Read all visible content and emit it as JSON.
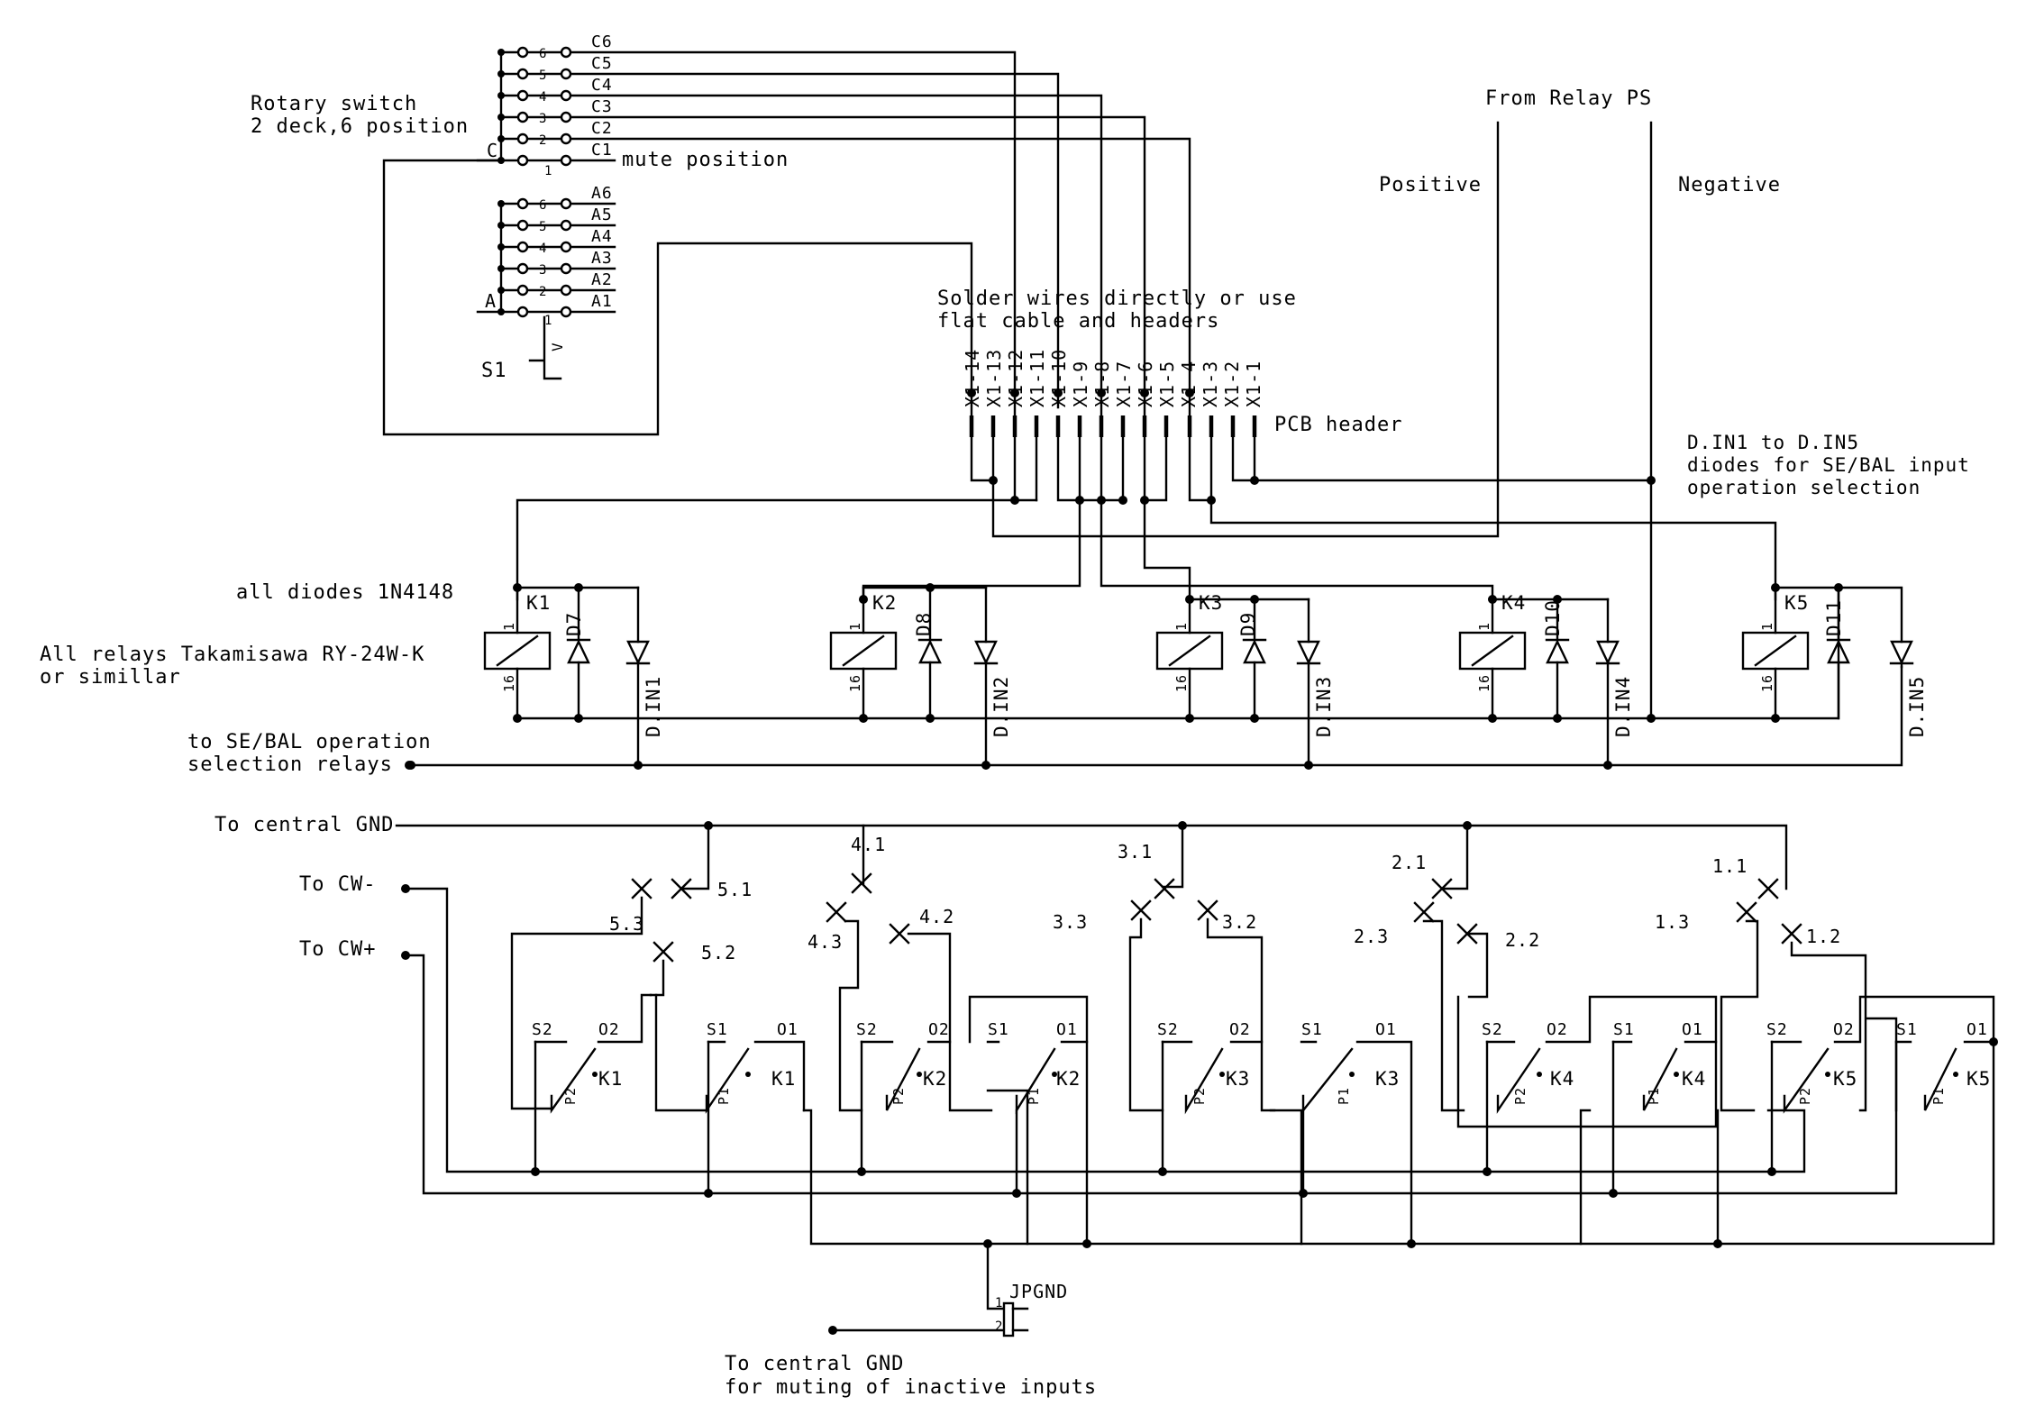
{
  "rotary_switch": {
    "title_line1": "Rotary switch",
    "title_line2": "2 deck,6 position",
    "designator": "S1",
    "common_c": "C",
    "common_a": "A",
    "mute_note": "mute position",
    "positions": [
      "6",
      "5",
      "4",
      "3",
      "2",
      "1"
    ],
    "c_contacts": [
      "C6",
      "C5",
      "C4",
      "C3",
      "C2",
      "C1"
    ],
    "a_contacts": [
      "A6",
      "A5",
      "A4",
      "A3",
      "A2",
      "A1"
    ],
    "shaft_mark": "V"
  },
  "notes": {
    "solder_line1": "Solder wires directly or use",
    "solder_line2": "flat cable and headers",
    "pcb_header": "PCB header",
    "din_line1": "D.IN1 to D.IN5",
    "din_line2": "diodes for SE/BAL input",
    "din_line3": "operation selection",
    "from_relay_ps": "From Relay PS",
    "positive": "Positive",
    "negative": "Negative",
    "all_diodes": "all diodes 1N4148",
    "relays_line1": "All relays Takamisawa RY-24W-K",
    "relays_line2": "or simillar",
    "se_bal_line1": "to SE/BAL operation",
    "se_bal_line2": "selection relays",
    "central_gnd": "To central GND",
    "cw_minus": "To CW-",
    "cw_plus": "To CW+",
    "jumper": "JPGND",
    "jumper_pin1": "1",
    "jumper_pin2": "2",
    "mute_gnd_line1": "To central GND",
    "mute_gnd_line2": "for muting of inactive inputs"
  },
  "header_pins": [
    "X1-14",
    "X1-13",
    "X1-12",
    "X1-11",
    "X1-10",
    "X1-9",
    "X1-8",
    "X1-7",
    "X1-6",
    "X1-5",
    "X1-4",
    "X1-3",
    "X1-2",
    "X1-1"
  ],
  "relays": [
    {
      "name": "K1",
      "diode": "D7",
      "din": "D.IN1",
      "pin1": "1",
      "pin16": "16"
    },
    {
      "name": "K2",
      "diode": "D8",
      "din": "D.IN2",
      "pin1": "1",
      "pin16": "16"
    },
    {
      "name": "K3",
      "diode": "D9",
      "din": "D.IN3",
      "pin1": "1",
      "pin16": "16"
    },
    {
      "name": "K4",
      "diode": "D10",
      "din": "D.IN4",
      "pin1": "1",
      "pin16": "16"
    },
    {
      "name": "K5",
      "diode": "D11",
      "din": "D.IN5",
      "pin1": "1",
      "pin16": "16"
    }
  ],
  "input_terminals": [
    {
      "t1": "5.1",
      "t2": "5.2",
      "t3": "5.3"
    },
    {
      "t1": "4.1",
      "t2": "4.2",
      "t3": "4.3"
    },
    {
      "t1": "3.1",
      "t2": "3.2",
      "t3": "3.3"
    },
    {
      "t1": "2.1",
      "t2": "2.2",
      "t3": "2.3"
    },
    {
      "t1": "1.1",
      "t2": "1.2",
      "t3": "1.3"
    }
  ],
  "relay_contacts": {
    "s2": "S2",
    "o2": "O2",
    "p2": "P2",
    "s1": "S1",
    "o1": "O1",
    "p1": "P1"
  }
}
